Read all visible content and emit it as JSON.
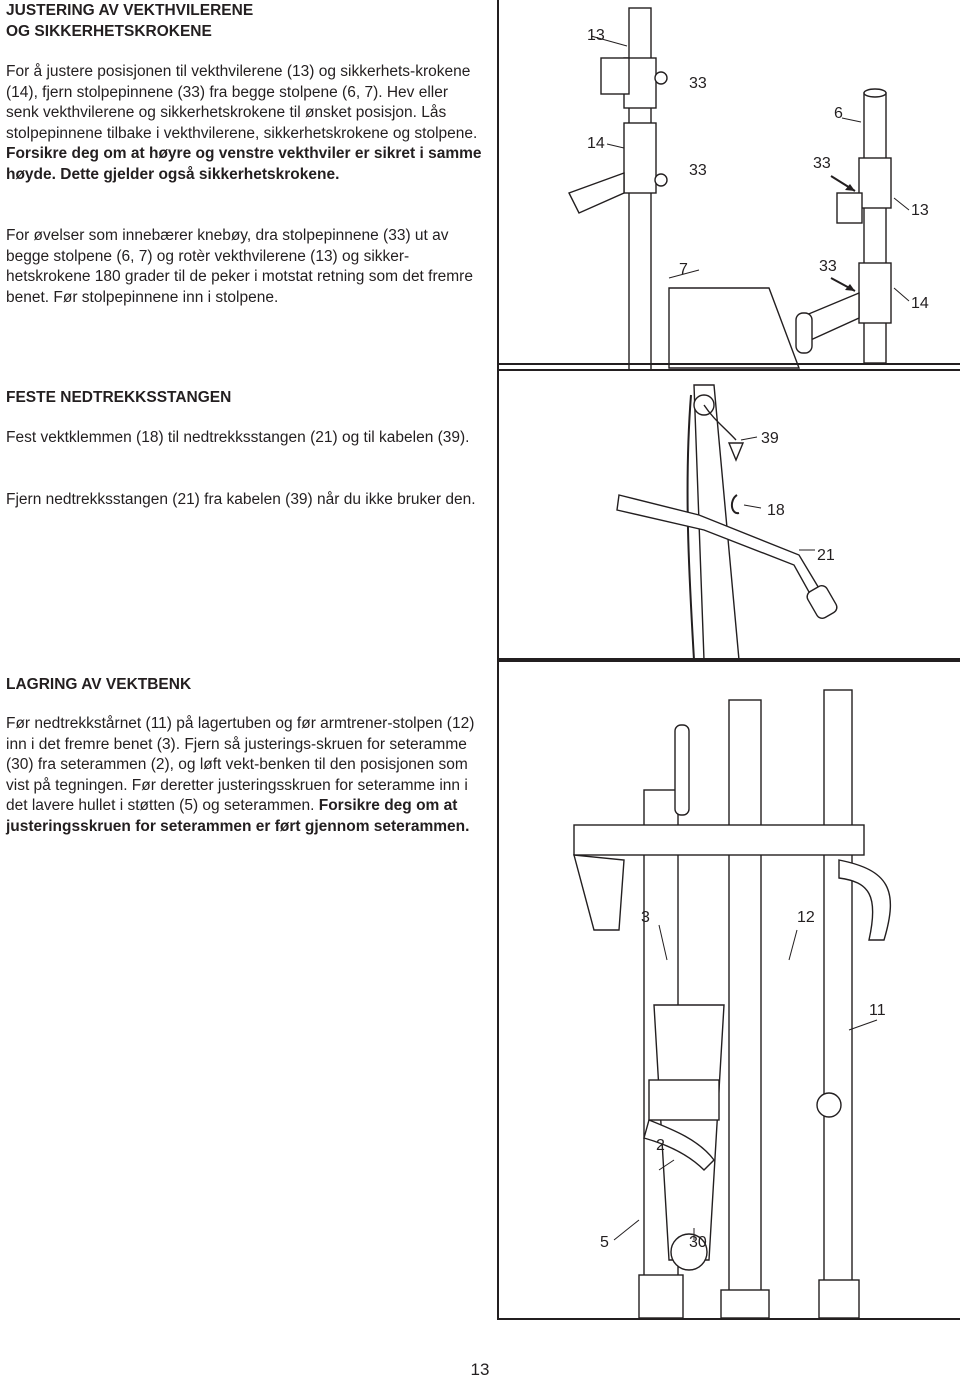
{
  "section1": {
    "title_line1": "JUSTERING AV VEKTHVILERENE",
    "title_line2": "OG SIKKERHETSKROKENE",
    "p1_normal": "For å justere posisjonen til vekthvilerene (13) og sikkerhets-krokene (14), fjern stolpepinnene (33) fra begge stolpene (6, 7). Hev eller senk vekthvilerene og sikkerhetskrokene til ønsket posisjon. Lås stolpepinnene tilbake i vekthvilerene, sikkerhetskrokene og stolpene. ",
    "p1_bold": "Forsikre deg om at høyre og venstre vekthviler er sikret i samme høyde. Dette gjelder også sikkerhetskrokene.",
    "p2": "For øvelser som innebærer knebøy, dra stolpepinnene (33) ut av begge stolpene (6, 7) og rotèr vekthvilerene (13) og sikker-hetskrokene 180 grader til de peker i motstat retning som det fremre benet. Før stolpepinnene inn i stolpene."
  },
  "section2": {
    "title": "FESTE NEDTREKKSSTANGEN",
    "p1": "Fest vektklemmen (18) til nedtrekksstangen (21) og til kabelen (39).",
    "p2": "Fjern nedtrekksstangen (21) fra kabelen (39) når du ikke bruker den."
  },
  "section3": {
    "title": "LAGRING AV VEKTBENK",
    "p1_normal": "Før nedtrekkstårnet (11) på lagertuben og før armtrener-stolpen (12) inn i det fremre benet (3). Fjern så justerings-skruen for seteramme (30) fra seterammen (2), og løft vekt-benken til den posisjonen som vist på tegningen. Før deretter justeringsskruen for seteramme inn i det lavere hullet i støtten (5) og seterammen. ",
    "p1_bold": "Forsikre deg om at justeringsskruen for seterammen er ført gjennom seterammen."
  },
  "figure1": {
    "labels": {
      "a13": "13",
      "a33": "33",
      "a14": "14",
      "b33": "33",
      "a6": "6",
      "c33": "33",
      "b13": "13",
      "a7": "7",
      "d33": "33",
      "b14": "14"
    }
  },
  "figure2": {
    "labels": {
      "a39": "39",
      "a18": "18",
      "a21": "21"
    }
  },
  "figure3": {
    "labels": {
      "a3": "3",
      "a12": "12",
      "a11": "11",
      "a2": "2",
      "a5": "5",
      "a30": "30"
    }
  },
  "page_number": "13"
}
